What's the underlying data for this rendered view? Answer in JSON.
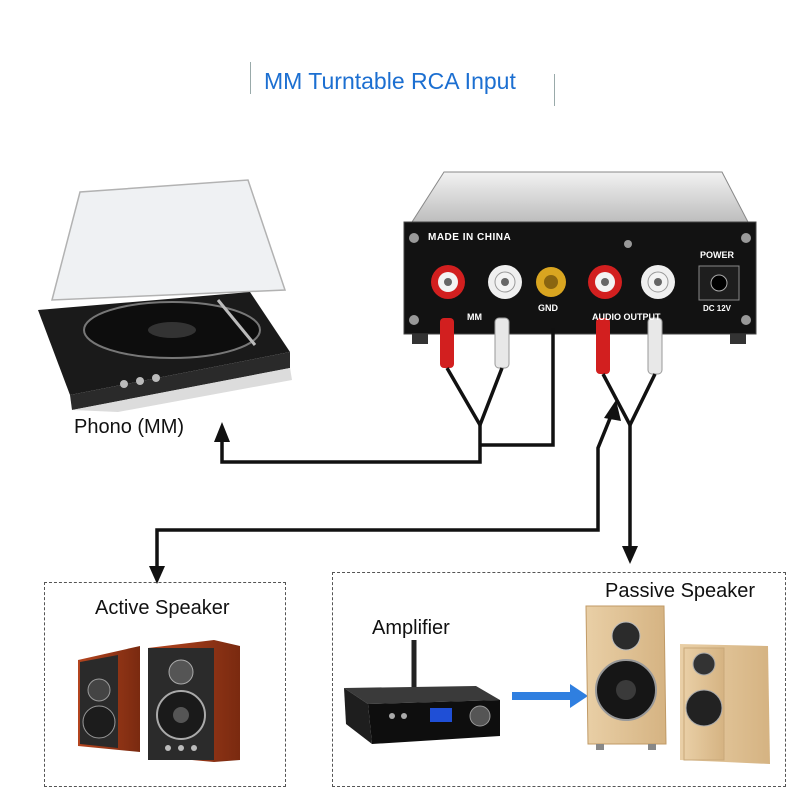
{
  "title": "MM Turntable RCA Input",
  "labels": {
    "phono": "Phono (MM)",
    "active_speaker": "Active Speaker",
    "amplifier": "Amplifier",
    "passive_speaker": "Passive Speaker"
  },
  "device": {
    "made_in": "MADE IN CHINA",
    "mm": "MM",
    "gnd": "GND",
    "audio_output": "AUDIO OUTPUT",
    "power": "POWER",
    "dc": "DC 12V"
  },
  "colors": {
    "title": "#1c6fd1",
    "cable": "#111111",
    "arrow_blue": "#2f7fe0",
    "rca_red": "#d21f1f",
    "rca_white": "#e8e8e8",
    "gold": "#d9a520"
  }
}
